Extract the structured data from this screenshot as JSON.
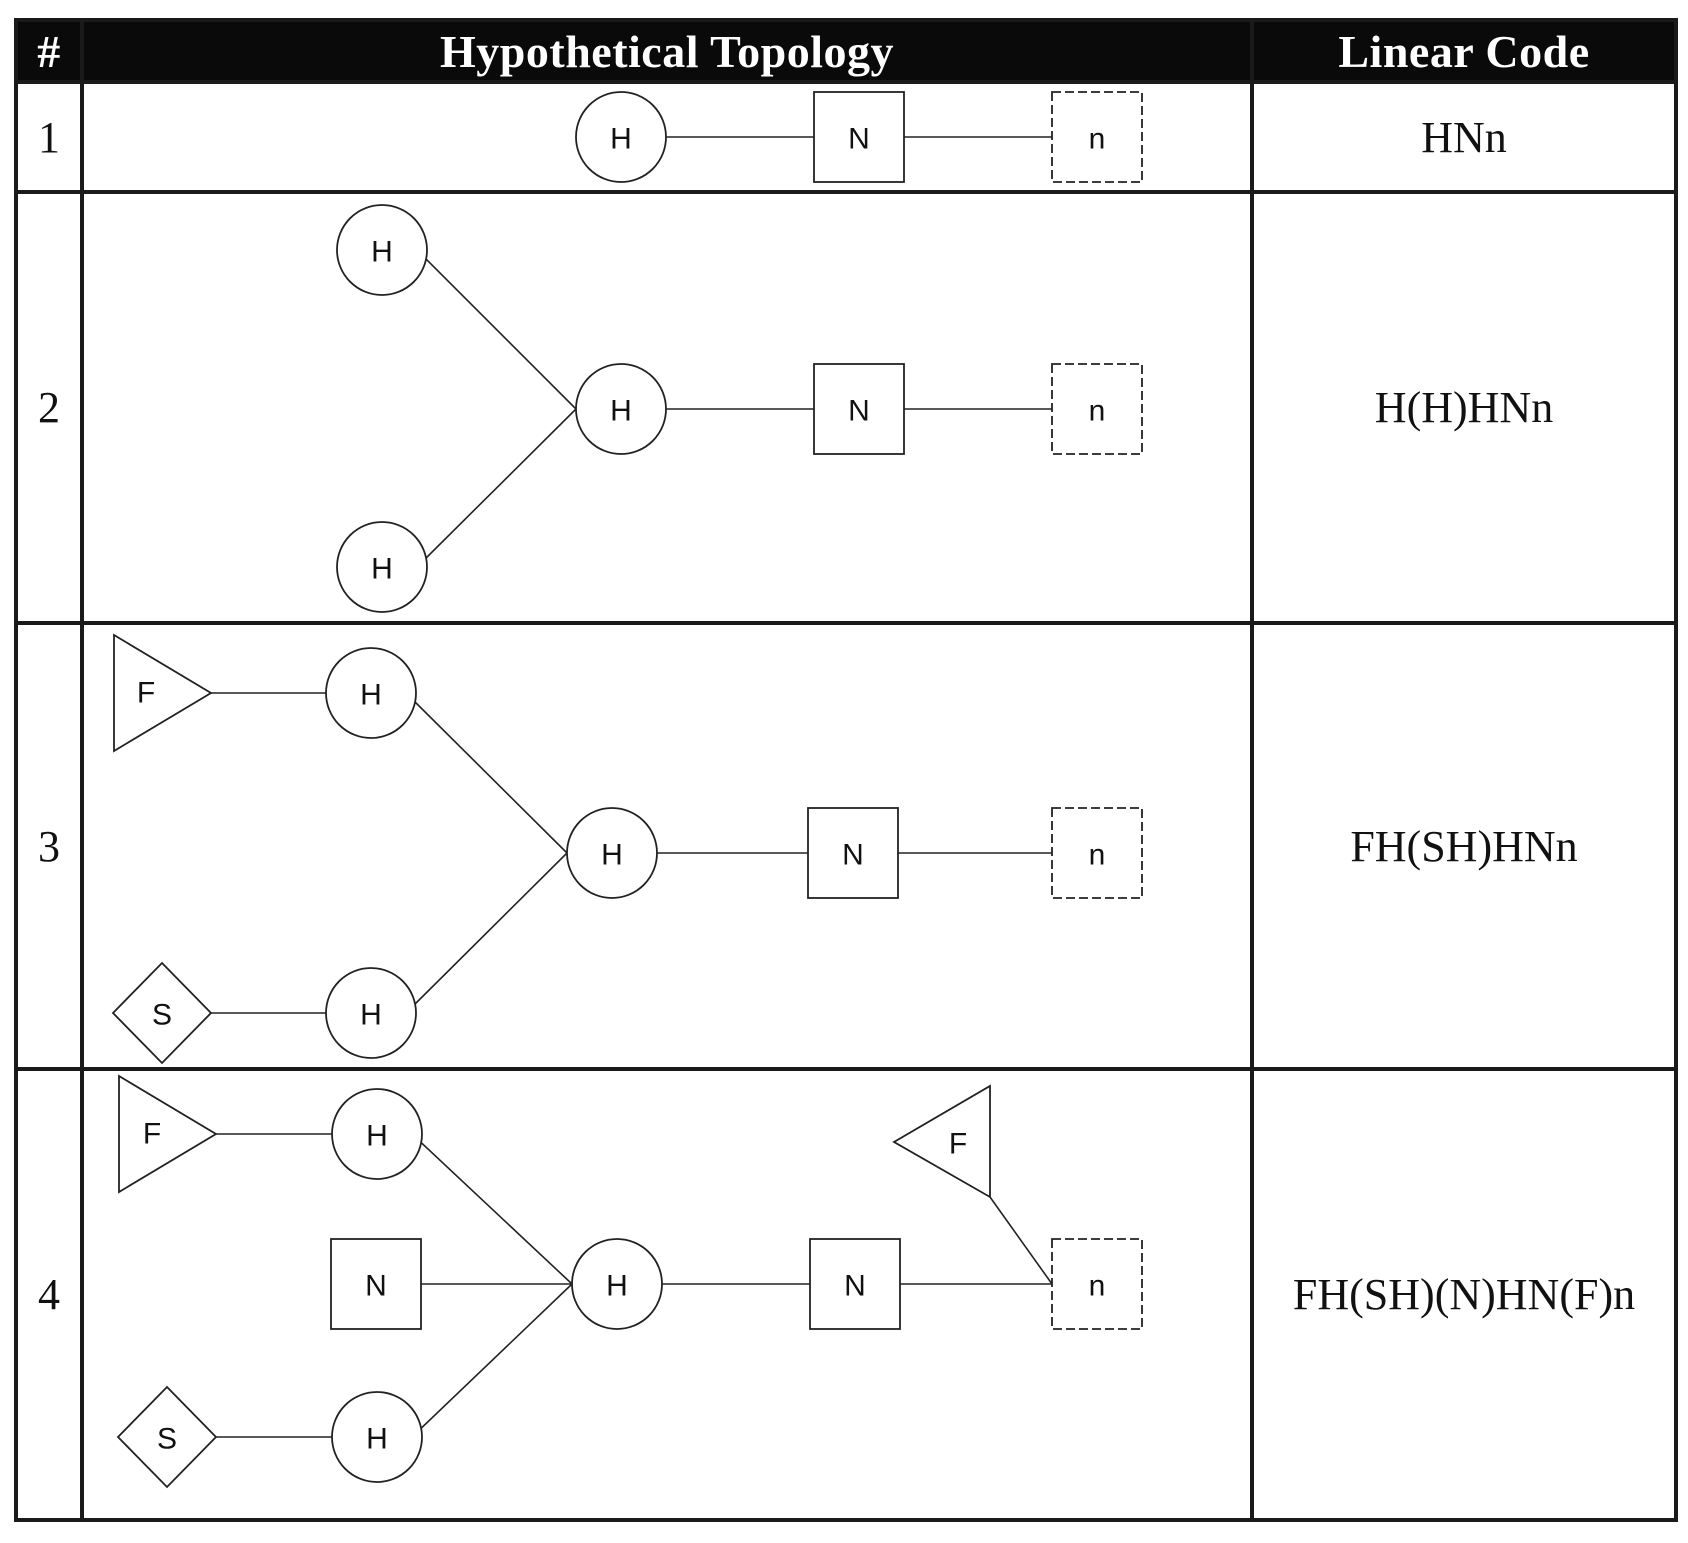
{
  "header": {
    "num": "#",
    "topology": "Hypothetical Topology",
    "code": "Linear Code"
  },
  "rows": [
    {
      "num": "1",
      "code": "HNn",
      "diagram": {
        "nodes": [
          {
            "id": "h1",
            "shape": "circle",
            "label": "H"
          },
          {
            "id": "N1",
            "shape": "square",
            "label": "N"
          },
          {
            "id": "n1",
            "shape": "square-dashed",
            "label": "n"
          }
        ]
      }
    },
    {
      "num": "2",
      "code": "H(H)HNn",
      "diagram": {
        "nodes": [
          {
            "id": "h_top",
            "shape": "circle",
            "label": "H"
          },
          {
            "id": "h_bot",
            "shape": "circle",
            "label": "H"
          },
          {
            "id": "h_mid",
            "shape": "circle",
            "label": "H"
          },
          {
            "id": "N1",
            "shape": "square",
            "label": "N"
          },
          {
            "id": "n1",
            "shape": "square-dashed",
            "label": "n"
          }
        ]
      }
    },
    {
      "num": "3",
      "code": "FH(SH)HNn",
      "diagram": {
        "nodes": [
          {
            "id": "f1",
            "shape": "triangle",
            "label": "F"
          },
          {
            "id": "h_top",
            "shape": "circle",
            "label": "H"
          },
          {
            "id": "s1",
            "shape": "diamond",
            "label": "S"
          },
          {
            "id": "h_bot",
            "shape": "circle",
            "label": "H"
          },
          {
            "id": "h_mid",
            "shape": "circle",
            "label": "H"
          },
          {
            "id": "N1",
            "shape": "square",
            "label": "N"
          },
          {
            "id": "n1",
            "shape": "square-dashed",
            "label": "n"
          }
        ]
      }
    },
    {
      "num": "4",
      "code": "FH(SH)(N)HN(F)n",
      "diagram": {
        "nodes": [
          {
            "id": "f1",
            "shape": "triangle",
            "label": "F"
          },
          {
            "id": "h_top",
            "shape": "circle",
            "label": "H"
          },
          {
            "id": "N_branch",
            "shape": "square",
            "label": "N"
          },
          {
            "id": "s1",
            "shape": "diamond",
            "label": "S"
          },
          {
            "id": "h_bot",
            "shape": "circle",
            "label": "H"
          },
          {
            "id": "h_mid",
            "shape": "circle",
            "label": "H"
          },
          {
            "id": "N1",
            "shape": "square",
            "label": "N"
          },
          {
            "id": "f2",
            "shape": "triangle-left",
            "label": "F"
          },
          {
            "id": "n1",
            "shape": "square-dashed",
            "label": "n"
          }
        ]
      }
    }
  ],
  "colors": {
    "header_bg": "#0a0a0a",
    "header_text": "#ffffff",
    "border": "#1a1a1a",
    "line": "#222222"
  }
}
